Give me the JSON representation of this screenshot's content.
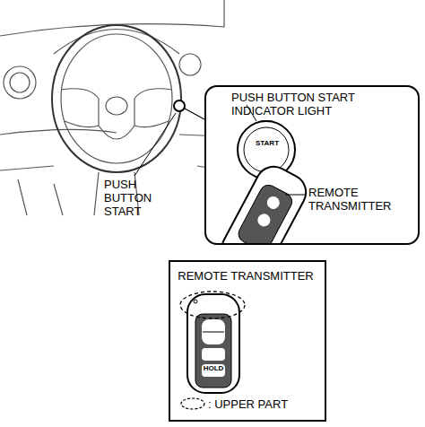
{
  "diagram": {
    "nodes": [
      {
        "text": [
          "PUSH BUTTON START INDICATOR LIGHT",
          "REMOTE TRANSMITTER"
        ]
      },
      {
        "text": [
          "REMOTE TRANSMITTER"
        ]
      }
    ],
    "labels": [
      "PUSH BUTTON START",
      "START",
      "HOLD"
    ],
    "legend": [
      {
        "text": ": UPPER PART"
      }
    ]
  }
}
